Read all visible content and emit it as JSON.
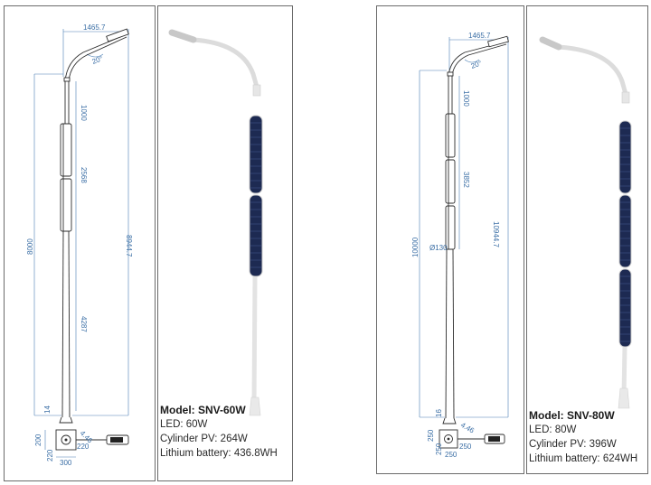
{
  "left": {
    "dims": {
      "arm_length": "1465.7",
      "angle": "20°",
      "upper_gap": "1000",
      "panel_height": "2568",
      "total_height": "8000",
      "overall_height": "8944.7",
      "lower_pole": "4287",
      "base_offset": "14",
      "base_a": "200",
      "base_b": "220",
      "base_c": "220",
      "base_d": "300",
      "base_e": "4.46"
    },
    "specs": {
      "model": "Model: SNV-60W",
      "led": "LED: 60W",
      "pv": "Cylinder PV: 264W",
      "battery": "Lithium battery: 436.8WH"
    }
  },
  "right": {
    "dims": {
      "arm_length": "1465.7",
      "angle": "20°",
      "upper_gap": "1000",
      "panel_height": "3852",
      "total_height": "10000",
      "overall_height": "10944.7",
      "pole_dia": "Ø130",
      "base_offset": "16",
      "base_a": "250",
      "base_b": "250",
      "base_c": "250",
      "base_d": "250",
      "base_e": "4.46"
    },
    "specs": {
      "model": "Model: SNV-80W",
      "led": "LED: 80W",
      "pv": "Cylinder PV: 396W",
      "battery": "Lithium battery: 624WH"
    }
  }
}
